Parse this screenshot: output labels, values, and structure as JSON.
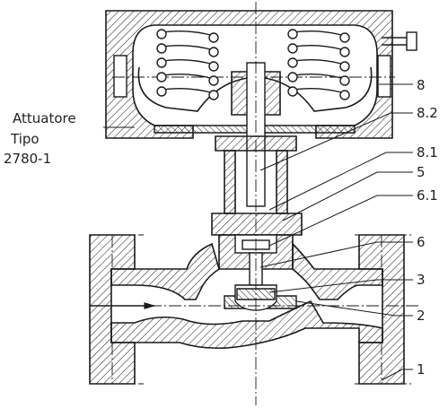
{
  "diagram": {
    "actuator_label": [
      "Attuatore",
      "Tipo",
      "2780-1"
    ],
    "callouts": [
      "8",
      "8.2",
      "8.1",
      "5",
      "6.1",
      "6",
      "3",
      "2",
      "1"
    ]
  }
}
